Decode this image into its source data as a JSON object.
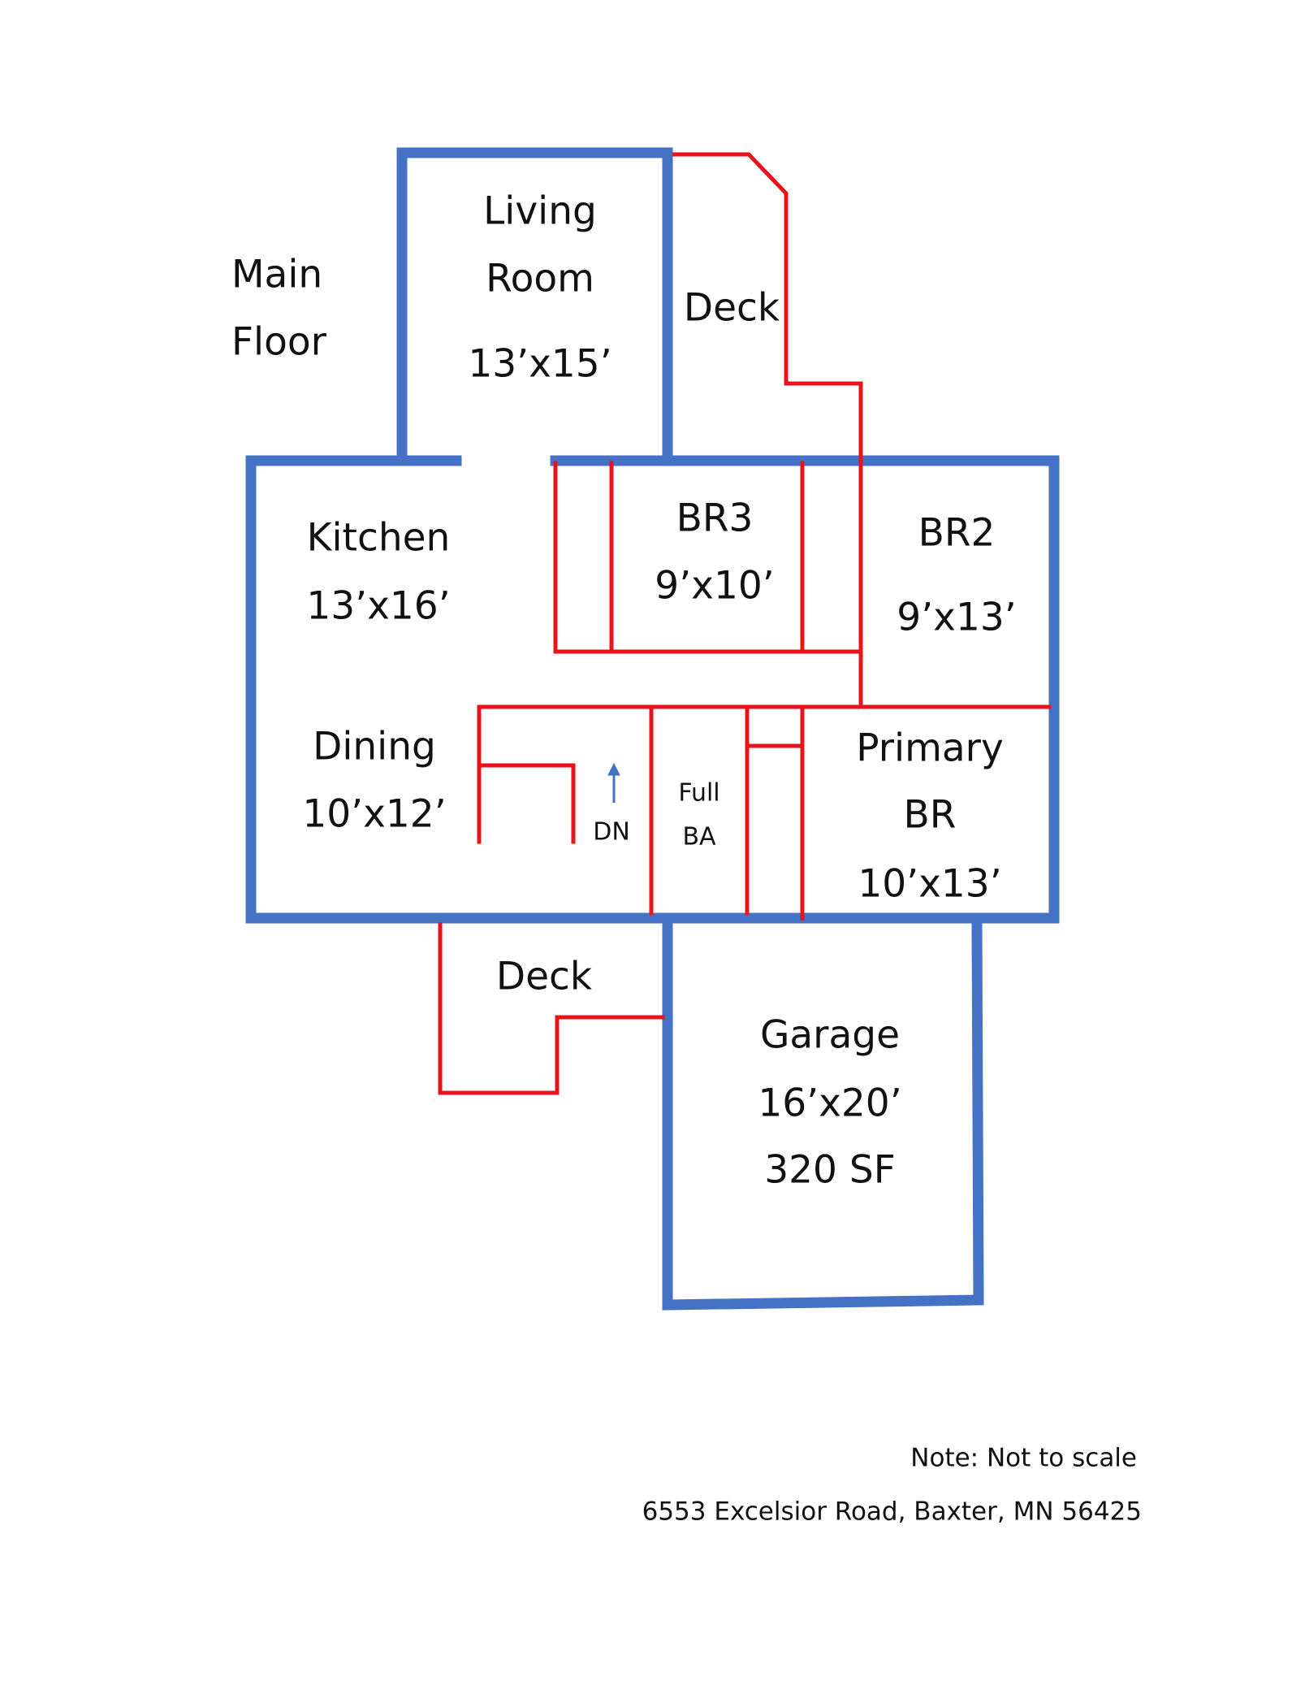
{
  "title": {
    "line1": "Main",
    "line2": "Floor"
  },
  "rooms": {
    "living": {
      "line1": "Living",
      "line2": "Room",
      "size": "13’x15’"
    },
    "deck_top": {
      "label": "Deck"
    },
    "kitchen": {
      "line1": "Kitchen",
      "size": "13’x16’"
    },
    "br3": {
      "line1": "BR3",
      "size": "9’x10’"
    },
    "br2": {
      "line1": "BR2",
      "size": "9’x13’"
    },
    "dining": {
      "line1": "Dining",
      "size": "10’x12’"
    },
    "stairs": {
      "label": "DN"
    },
    "bath": {
      "line1": "Full",
      "line2": "BA"
    },
    "primary": {
      "line1": "Primary",
      "line2": "BR",
      "size": "10’x13’"
    },
    "deck_bottom": {
      "label": "Deck"
    },
    "garage": {
      "line1": "Garage",
      "size": "16’x20’",
      "area": "320 SF"
    }
  },
  "footer": {
    "note": "Note: Not to scale",
    "address": "6553 Excelsior Road, Baxter, MN  56425"
  },
  "colors": {
    "exterior_wall": "#4472C4",
    "interior_wall": "#E8141C",
    "stair_arrow": "#4472C4",
    "text": "#111111"
  }
}
